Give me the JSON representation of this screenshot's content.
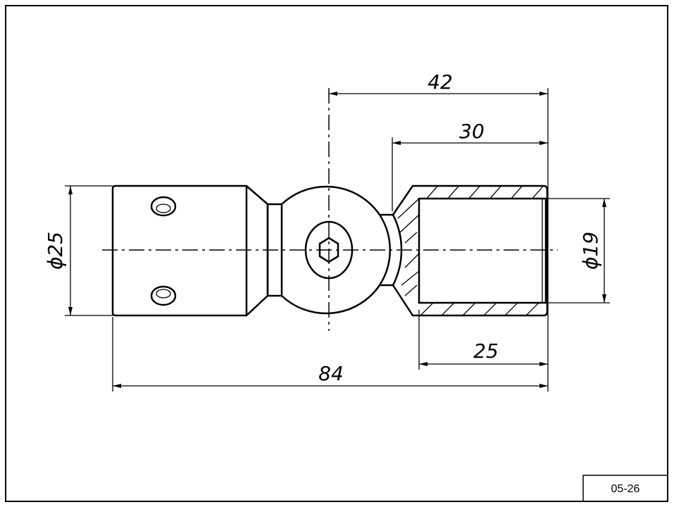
{
  "drawing": {
    "sheet_label": "05-26",
    "dimensions": {
      "offset_42": "42",
      "offset_30": "30",
      "bore_depth": "25",
      "overall_length": "84",
      "diameter_left": "ϕ25",
      "diameter_right": "ϕ19"
    }
  }
}
